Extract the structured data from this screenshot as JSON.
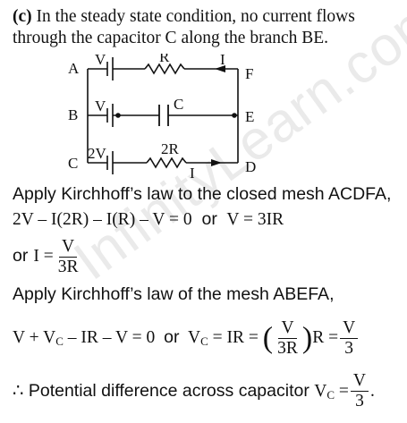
{
  "intro": {
    "part_label": "(c)",
    "line1_rest": " In the steady state condition, no current flows",
    "line2": "through the capacitor C along the branch BE."
  },
  "circuit": {
    "labels": {
      "A": "A",
      "B": "B",
      "C": "C",
      "D": "D",
      "E": "E",
      "F": "F",
      "v_top": "V",
      "v_mid": "V",
      "v_bot": "2V",
      "r_top": "R",
      "r_bot": "2R",
      "cap": "C",
      "i_top": "I",
      "i_bot": "I"
    }
  },
  "steps": {
    "kirchhoff_acdfa": "Apply Kirchhoff’s law to the closed mesh ACDFA,",
    "eq1_lhs": "2V – I(2R) – I(R) – V = 0",
    "eq1_or": "or",
    "eq1_rhs": "V = 3IR",
    "eq2_or": "or",
    "eq2_lhs": "I =",
    "eq2_num": "V",
    "eq2_den": "3R",
    "kirchhoff_abefa": "Apply Kirchhoff’s law of the mesh ABEFA,",
    "eq3_part1": "V + V",
    "eq3_sub": "C",
    "eq3_part2": " – IR – V = 0",
    "eq3_or": "or",
    "eq3_vc": "V",
    "eq3_vc_sub": "C",
    "eq3_eq": " = IR = ",
    "eq3_num": "V",
    "eq3_den": "3R",
    "eq3_r": "R =",
    "eq3_num2": "V",
    "eq3_den2": "3",
    "conclusion_therefore": "∴",
    "conclusion_text": " Potential difference across capacitor ",
    "conclusion_vc": "V",
    "conclusion_vc_sub": "C",
    "conclusion_eq": " =",
    "conclusion_num": "V",
    "conclusion_den": "3",
    "conclusion_end": "."
  },
  "watermark": "InfinityLearn.com"
}
